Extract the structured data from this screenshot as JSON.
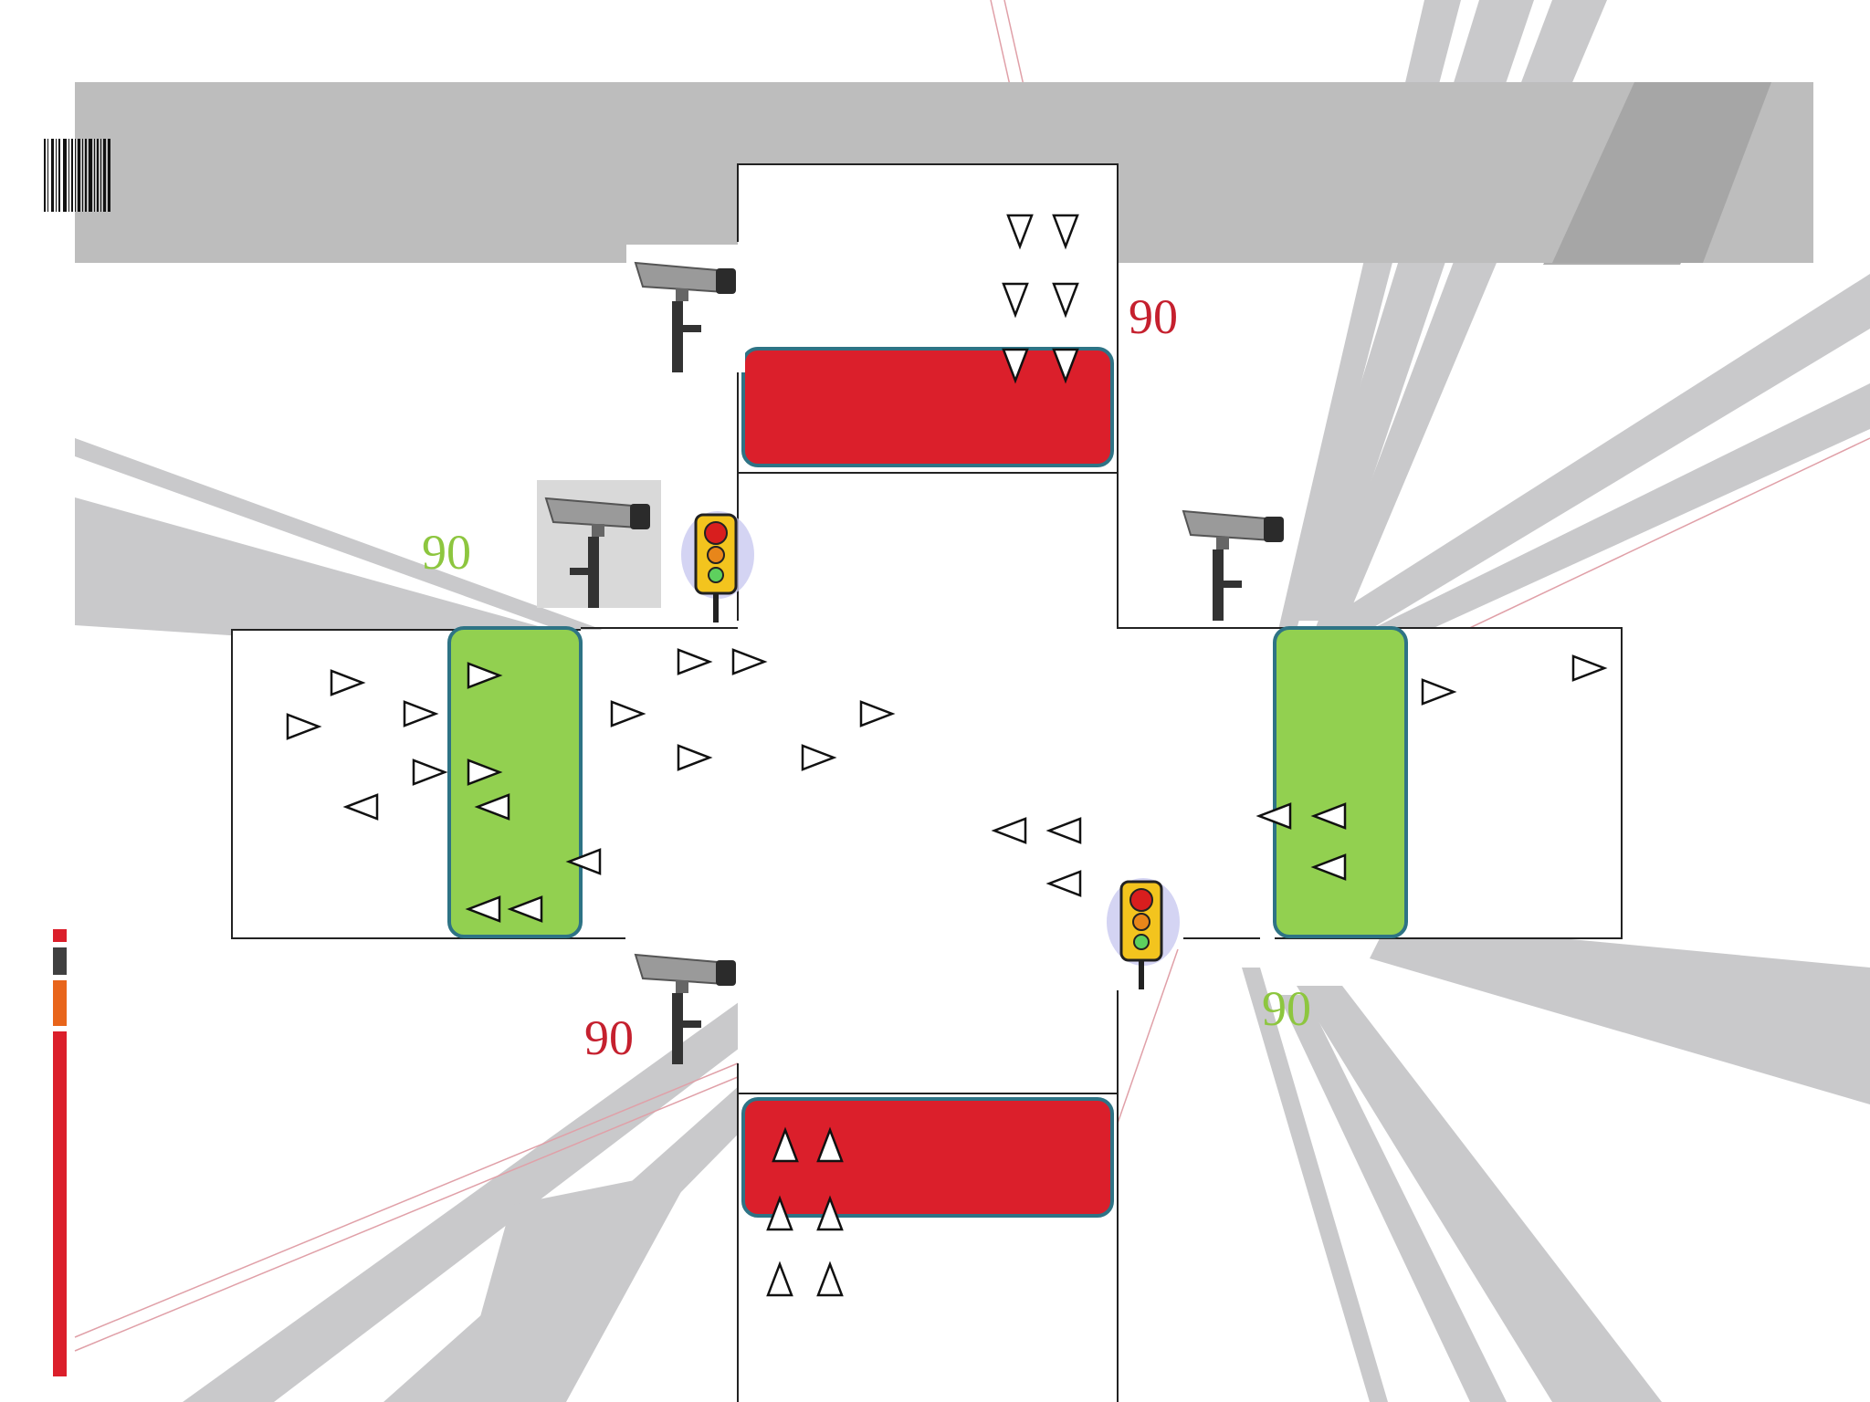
{
  "colors": {
    "header_band": "#bdbdbd",
    "signal_red": "#db1f2b",
    "signal_green": "#92d050",
    "box_border": "#2e7385",
    "timer_red": "#c5202e",
    "timer_green": "#8dc63f",
    "accent_dark": "#404040",
    "accent_orange": "#e8651b"
  },
  "timers": {
    "north": "90",
    "west": "90",
    "south": "90",
    "east": "90"
  },
  "icons": {
    "cameras": [
      "security-camera-icon",
      "security-camera-icon",
      "security-camera-icon",
      "security-camera-icon"
    ],
    "traffic_lights": [
      "traffic-light-icon",
      "traffic-light-icon"
    ],
    "logo": "barcode-logo-icon"
  },
  "signals": {
    "north_crosswalk": "red",
    "south_crosswalk": "red",
    "west_crosswalk": "green",
    "east_crosswalk": "green"
  }
}
